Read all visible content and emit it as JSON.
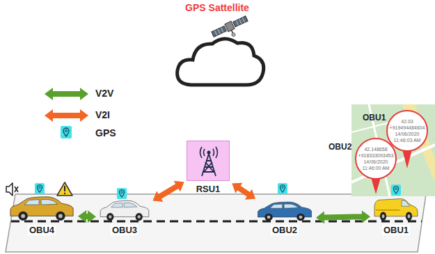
{
  "diagram": {
    "nodes": [
      {
        "text": [
          "OBU4"
        ]
      },
      {
        "text": [
          "OBU3"
        ]
      },
      {
        "text": [
          "RSU1"
        ]
      },
      {
        "text": [
          "OBU2"
        ]
      },
      {
        "text": [
          "OBU1"
        ]
      },
      {
        "text": [
          "OBU1",
          "42.03",
          "+919494484604",
          "14/06/2020",
          "11:46:03 AM"
        ]
      },
      {
        "text": [
          "OBU2",
          "42.148658",
          "+918333093453",
          "14/06/2020",
          "11:46:00 AM"
        ]
      }
    ],
    "edges": [
      {
        "from": 0,
        "to": 1,
        "arrow": "both"
      },
      {
        "from": 1,
        "to": 2,
        "arrow": "both"
      },
      {
        "from": 2,
        "to": 3,
        "arrow": "both"
      },
      {
        "from": 3,
        "to": 4,
        "arrow": "both"
      }
    ],
    "labels": [
      "GPS Sattellite"
    ],
    "legend": [
      {
        "text": "V2V"
      },
      {
        "text": "V2I"
      },
      {
        "text": "GPS"
      }
    ]
  }
}
